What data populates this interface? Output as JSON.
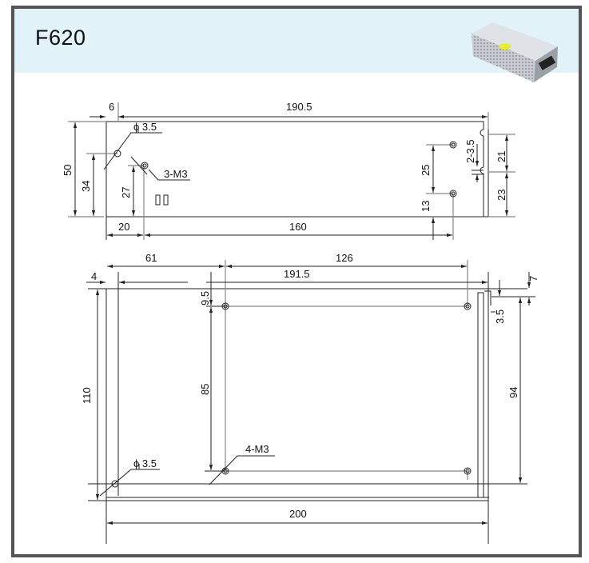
{
  "header": {
    "title": "F620",
    "product_image": "power-supply-photo"
  },
  "top_view": {
    "dim_6": "6",
    "dim_190_5": "190.5",
    "dim_50": "50",
    "dim_34": "34",
    "dim_27": "27",
    "dim_20": "20",
    "dim_160": "160",
    "dim_25": "25",
    "dim_13": "13",
    "dim_21": "21",
    "dim_23": "23",
    "hole_label": "ϕ 3.5",
    "thread_label": "3-M3",
    "slot_label": "2-3.5"
  },
  "bottom_view": {
    "dim_61": "61",
    "dim_126": "126",
    "dim_4": "4",
    "dim_191_5": "191.5",
    "dim_110": "110",
    "dim_9_5": "9.5",
    "dim_85": "85",
    "dim_94": "94",
    "dim_7": "7",
    "dim_3_5": "3.5",
    "dim_200": "200",
    "thread_label": "4-M3",
    "hole_label": "ϕ 3.5"
  }
}
